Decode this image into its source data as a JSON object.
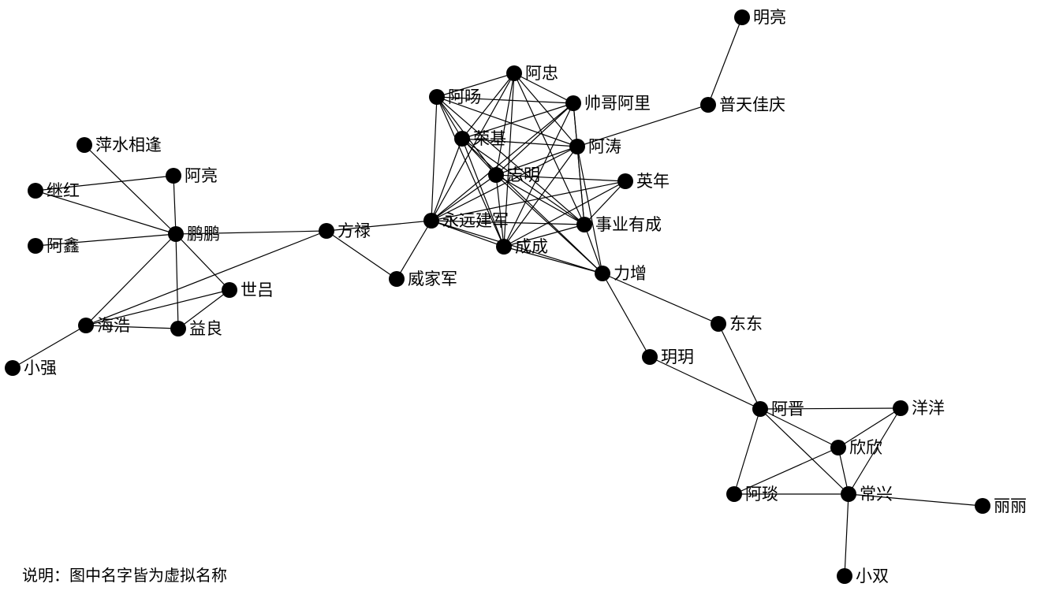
{
  "colors": {
    "background": "#ffffff",
    "node": "#000000",
    "edge": "#000000",
    "text": "#000000"
  },
  "footnote": "说明：图中名字皆为虚拟名称",
  "nodes": [
    {
      "id": "mingliang",
      "label": "明亮"
    },
    {
      "id": "putianjiaqing",
      "label": "普天佳庆"
    },
    {
      "id": "azhong",
      "label": "阿忠"
    },
    {
      "id": "ayang",
      "label": "阿旸"
    },
    {
      "id": "shuaigeali",
      "label": "帅哥阿里"
    },
    {
      "id": "rongji",
      "label": "荣基"
    },
    {
      "id": "atao",
      "label": "阿涛"
    },
    {
      "id": "zhiming",
      "label": "志明"
    },
    {
      "id": "yingnian",
      "label": "英年"
    },
    {
      "id": "yongyuanjianjun",
      "label": "永远建军"
    },
    {
      "id": "shiyeyoucheng",
      "label": "事业有成"
    },
    {
      "id": "chengcheng",
      "label": "成成"
    },
    {
      "id": "lizeng",
      "label": "力增"
    },
    {
      "id": "pingshuixiangfeng",
      "label": "萍水相逢"
    },
    {
      "id": "aliang",
      "label": "阿亮"
    },
    {
      "id": "jihong",
      "label": "继红"
    },
    {
      "id": "pengpeng",
      "label": "鹏鹏"
    },
    {
      "id": "fanglu",
      "label": "方禄"
    },
    {
      "id": "axin",
      "label": "阿鑫"
    },
    {
      "id": "weijiajun",
      "label": "威家军"
    },
    {
      "id": "shilv",
      "label": "世吕"
    },
    {
      "id": "haihao",
      "label": "海浩"
    },
    {
      "id": "yiliang",
      "label": "益良"
    },
    {
      "id": "xiaoqiang",
      "label": "小强"
    },
    {
      "id": "dongdong",
      "label": "东东"
    },
    {
      "id": "yueyue",
      "label": "玥玥"
    },
    {
      "id": "ajin",
      "label": "阿晋"
    },
    {
      "id": "yangyang",
      "label": "洋洋"
    },
    {
      "id": "xinxin",
      "label": "欣欣"
    },
    {
      "id": "atan",
      "label": "阿琰"
    },
    {
      "id": "changxing",
      "label": "常兴"
    },
    {
      "id": "lili",
      "label": "丽丽"
    },
    {
      "id": "xiaoshuang",
      "label": "小双"
    }
  ],
  "edges": [
    [
      "mingliang",
      "putianjiaqing"
    ],
    [
      "putianjiaqing",
      "atao"
    ],
    [
      "azhong",
      "ayang"
    ],
    [
      "azhong",
      "shuaigeali"
    ],
    [
      "azhong",
      "rongji"
    ],
    [
      "azhong",
      "atao"
    ],
    [
      "azhong",
      "zhiming"
    ],
    [
      "azhong",
      "yongyuanjianjun"
    ],
    [
      "azhong",
      "shiyeyoucheng"
    ],
    [
      "azhong",
      "chengcheng"
    ],
    [
      "ayang",
      "shuaigeali"
    ],
    [
      "ayang",
      "rongji"
    ],
    [
      "ayang",
      "zhiming"
    ],
    [
      "ayang",
      "yongyuanjianjun"
    ],
    [
      "ayang",
      "shiyeyoucheng"
    ],
    [
      "ayang",
      "chengcheng"
    ],
    [
      "ayang",
      "atao"
    ],
    [
      "shuaigeali",
      "rongji"
    ],
    [
      "shuaigeali",
      "atao"
    ],
    [
      "shuaigeali",
      "zhiming"
    ],
    [
      "shuaigeali",
      "yongyuanjianjun"
    ],
    [
      "shuaigeali",
      "shiyeyoucheng"
    ],
    [
      "shuaigeali",
      "chengcheng"
    ],
    [
      "rongji",
      "atao"
    ],
    [
      "rongji",
      "zhiming"
    ],
    [
      "rongji",
      "yongyuanjianjun"
    ],
    [
      "rongji",
      "shiyeyoucheng"
    ],
    [
      "rongji",
      "chengcheng"
    ],
    [
      "rongji",
      "lizeng"
    ],
    [
      "atao",
      "zhiming"
    ],
    [
      "atao",
      "yongyuanjianjun"
    ],
    [
      "atao",
      "shiyeyoucheng"
    ],
    [
      "atao",
      "chengcheng"
    ],
    [
      "atao",
      "lizeng"
    ],
    [
      "zhiming",
      "yongyuanjianjun"
    ],
    [
      "zhiming",
      "shiyeyoucheng"
    ],
    [
      "zhiming",
      "chengcheng"
    ],
    [
      "zhiming",
      "lizeng"
    ],
    [
      "zhiming",
      "yingnian"
    ],
    [
      "yingnian",
      "yongyuanjianjun"
    ],
    [
      "yingnian",
      "chengcheng"
    ],
    [
      "yingnian",
      "shiyeyoucheng"
    ],
    [
      "yongyuanjianjun",
      "shiyeyoucheng"
    ],
    [
      "yongyuanjianjun",
      "chengcheng"
    ],
    [
      "yongyuanjianjun",
      "lizeng"
    ],
    [
      "yongyuanjianjun",
      "fanglu"
    ],
    [
      "yongyuanjianjun",
      "weijiajun"
    ],
    [
      "shiyeyoucheng",
      "chengcheng"
    ],
    [
      "shiyeyoucheng",
      "lizeng"
    ],
    [
      "chengcheng",
      "lizeng"
    ],
    [
      "lizeng",
      "dongdong"
    ],
    [
      "lizeng",
      "yueyue"
    ],
    [
      "fanglu",
      "pengpeng"
    ],
    [
      "fanglu",
      "weijiajun"
    ],
    [
      "fanglu",
      "haihao"
    ],
    [
      "pengpeng",
      "pingshuixiangfeng"
    ],
    [
      "pengpeng",
      "aliang"
    ],
    [
      "pengpeng",
      "jihong"
    ],
    [
      "pengpeng",
      "axin"
    ],
    [
      "pengpeng",
      "shilv"
    ],
    [
      "pengpeng",
      "haihao"
    ],
    [
      "pengpeng",
      "yiliang"
    ],
    [
      "jihong",
      "aliang"
    ],
    [
      "shilv",
      "haihao"
    ],
    [
      "shilv",
      "yiliang"
    ],
    [
      "haihao",
      "yiliang"
    ],
    [
      "haihao",
      "xiaoqiang"
    ],
    [
      "dongdong",
      "ajin"
    ],
    [
      "yueyue",
      "ajin"
    ],
    [
      "ajin",
      "yangyang"
    ],
    [
      "ajin",
      "xinxin"
    ],
    [
      "ajin",
      "changxing"
    ],
    [
      "ajin",
      "atan"
    ],
    [
      "yangyang",
      "xinxin"
    ],
    [
      "yangyang",
      "changxing"
    ],
    [
      "xinxin",
      "changxing"
    ],
    [
      "xinxin",
      "atan"
    ],
    [
      "atan",
      "changxing"
    ],
    [
      "changxing",
      "lili"
    ],
    [
      "changxing",
      "xiaoshuang"
    ]
  ]
}
